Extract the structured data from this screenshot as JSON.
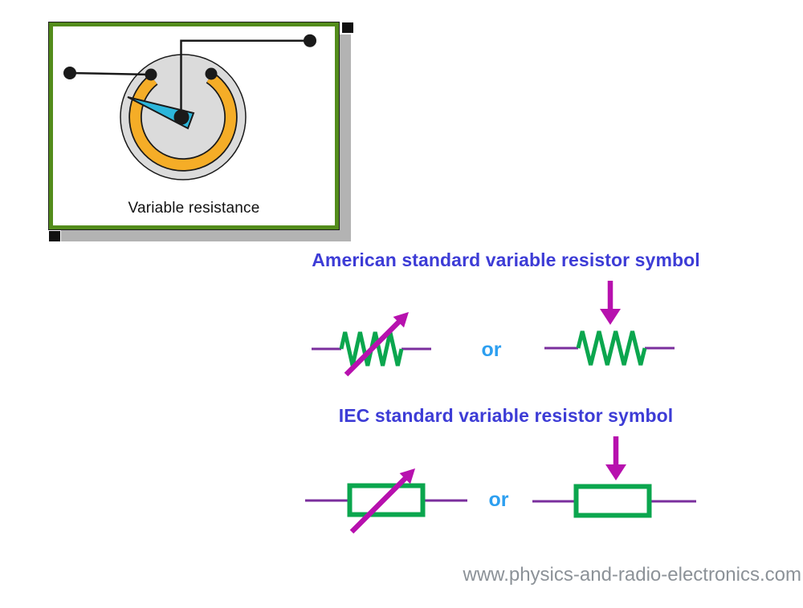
{
  "potentiometer": {
    "caption": "Variable resistance"
  },
  "sections": [
    {
      "id": "american",
      "heading": "American standard variable resistor symbol",
      "or_label": "or"
    },
    {
      "id": "iec",
      "heading": "IEC standard variable resistor symbol",
      "or_label": "or"
    }
  ],
  "watermark": {
    "text": "www.physics-and-radio-electronics.com"
  },
  "colors": {
    "card_border_green": "#538c1b",
    "card_shadow_gray": "#b3b3b3",
    "dial_body_gray": "#dbdbdb",
    "track_orange": "#f5ad27",
    "wiper_cyan": "#2cb6db",
    "wire_black": "#1a1a1a",
    "heading_blue": "#3d3cd6",
    "or_blue": "#2d9ff0",
    "lead_purple": "#7a2e9d",
    "resistor_green": "#0ba64e",
    "arrow_magenta": "#b711ae",
    "watermark_gray": "#8c9298"
  }
}
